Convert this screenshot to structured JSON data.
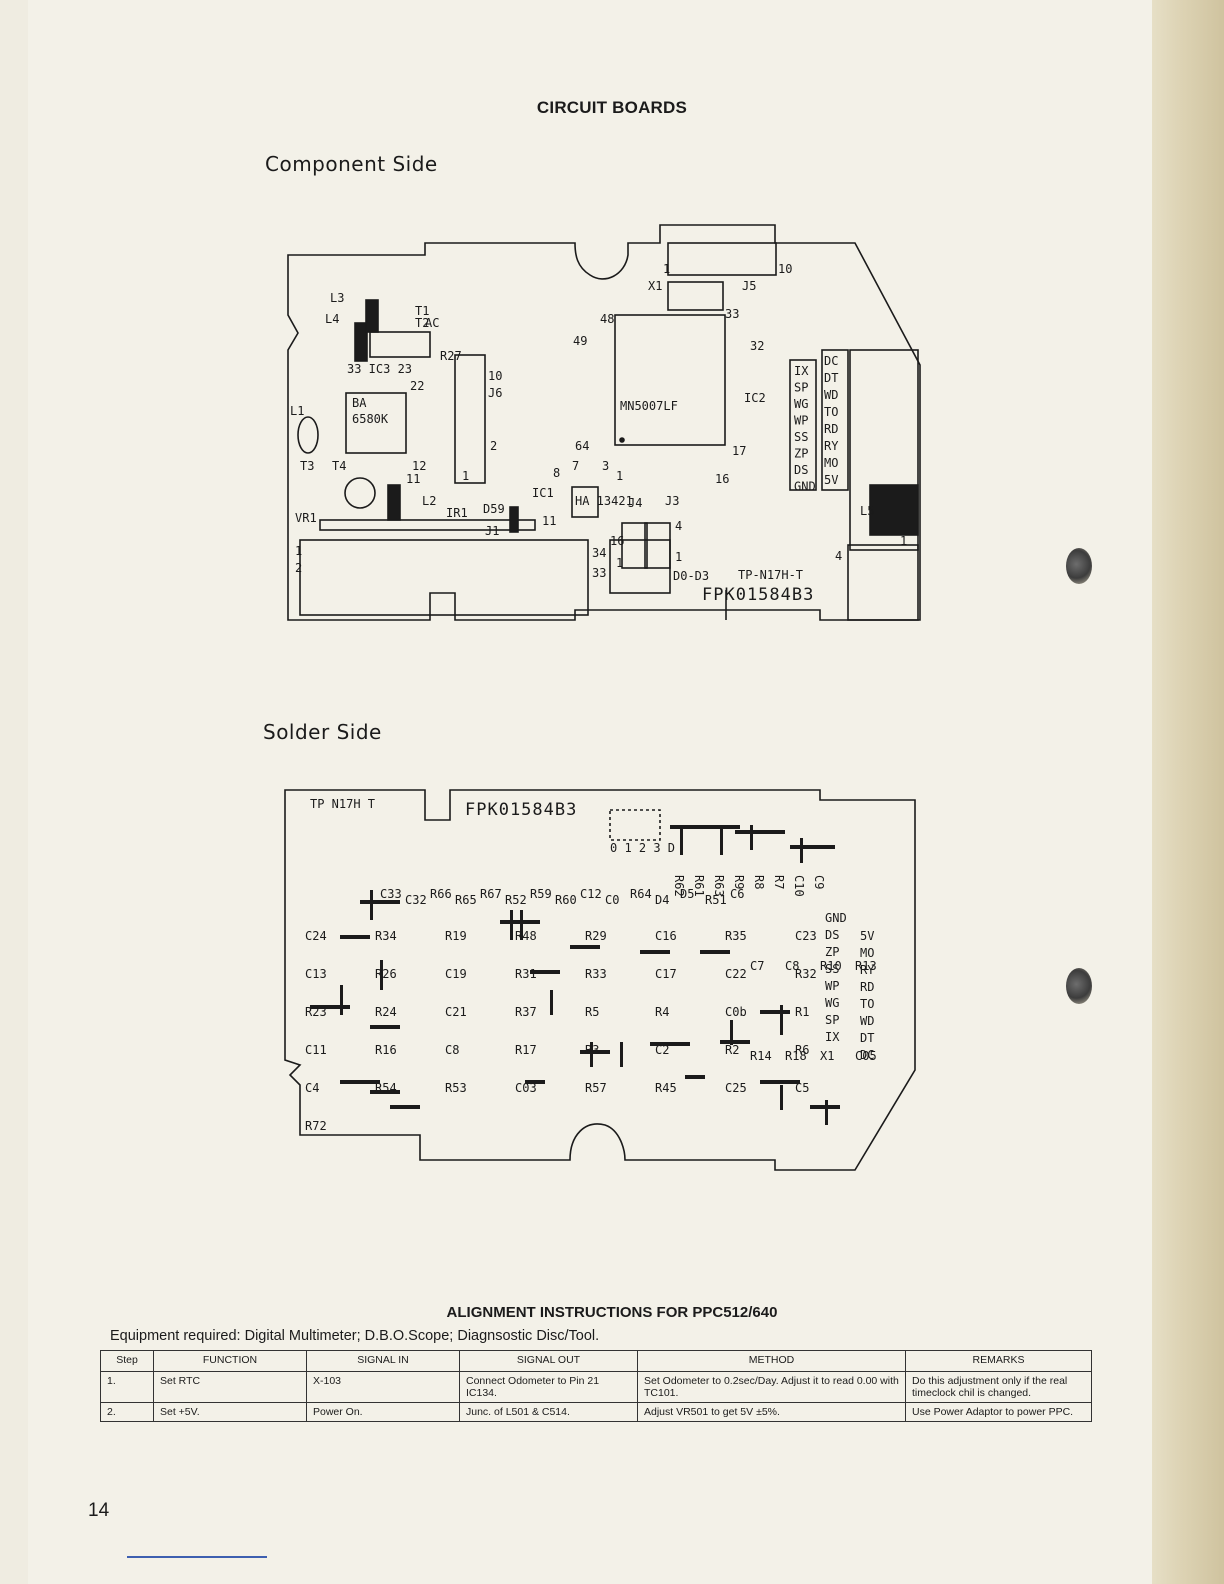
{
  "header": {
    "title": "CIRCUIT BOARDS",
    "component_side": "Component Side",
    "solder_side": "Solder Side"
  },
  "component_board": {
    "labels": {
      "L3": "L3",
      "L4": "L4",
      "T1": "T1",
      "T2": "T2",
      "AC": "AC",
      "IC3_row": "33 IC3 23",
      "n22": "22",
      "R27": "R27",
      "BA": "BA",
      "BA_part": "6580K",
      "n12": "12",
      "n11": "11",
      "L1": "L1",
      "T4": "T4",
      "T3": "T3",
      "L2": "L2",
      "IR1": "IR1",
      "VR1": "VR1",
      "n10_j6": "10",
      "J6": "J6",
      "n2_j6": "2",
      "n1_j6": "1",
      "D59": "D59",
      "J1": "J1",
      "IC1": "IC1",
      "n11_ic1": "11",
      "n8": "8",
      "n7": "7",
      "n3": "3",
      "n1": "1",
      "n64": "64",
      "n49": "49",
      "n48": "48",
      "n33": "33",
      "n32": "32",
      "n17": "17",
      "n16": "16",
      "IC2_part": "MN5007LF",
      "IC2": "IC2",
      "X1": "X1",
      "J5": "J5",
      "n1_j5": "1",
      "n10_j5": "10",
      "HA_part": "HA 13421",
      "J4": "J4",
      "J3": "J3",
      "n4_j3": "4",
      "n16b": "16",
      "n34": "34",
      "n33b": "33",
      "n1b": "1",
      "n1c": "1",
      "D0D3": "D0-D3",
      "TP": "TP-N17H-T",
      "FPK": "FPK01584B3",
      "n1_left": "1",
      "n2_left": "2",
      "n4_right": "4",
      "n1_right": "1",
      "L5": "L5"
    },
    "connector_left": [
      "IX",
      "SP",
      "WG",
      "WP",
      "SS",
      "ZP",
      "DS",
      "GND"
    ],
    "connector_right": [
      "DC",
      "DT",
      "WD",
      "TO",
      "RD",
      "RY",
      "MO",
      "5V"
    ]
  },
  "solder_board": {
    "labels": {
      "TP": "TP N17H T",
      "FPK": "FPK01584B3",
      "D0D3": "0 1 2 3 D",
      "r_top": [
        "R62",
        "R61",
        "R63",
        "R9",
        "R8",
        "R7",
        "C10",
        "C9"
      ],
      "r_mid": [
        "C33",
        "C32",
        "R66",
        "R65",
        "R67",
        "R52",
        "R59",
        "R60",
        "C12",
        "C0",
        "R64",
        "D4",
        "D5",
        "R51",
        "C6"
      ],
      "left": [
        "C24",
        "R34",
        "R19",
        "R48",
        "R29",
        "C16",
        "R35",
        "C23",
        "C13",
        "R26",
        "C19",
        "R31",
        "R33",
        "C17",
        "C22",
        "R32",
        "R23",
        "R24",
        "C21",
        "R37",
        "R5",
        "R4",
        "C0b",
        "R1",
        "C11",
        "R16",
        "C8",
        "R17",
        "R3",
        "C2",
        "R2",
        "R6",
        "C4",
        "R54",
        "R53",
        "C03",
        "R57",
        "R45",
        "C25",
        "C5",
        "R72"
      ],
      "right_conn_a": [
        "GND",
        "DS",
        "ZP",
        "SS",
        "WP",
        "WG",
        "SP",
        "IX"
      ],
      "right_conn_b": [
        "5V",
        "MO",
        "RY",
        "RD",
        "TO",
        "WD",
        "DT",
        "DC"
      ],
      "misc": [
        "C7",
        "C8",
        "R10",
        "R13",
        "R14",
        "R18",
        "X1",
        "C05"
      ]
    }
  },
  "alignment": {
    "title": "ALIGNMENT INSTRUCTIONS FOR PPC512/640",
    "equipment": "Equipment required: Digital Multimeter; D.B.O.Scope; Diagnsostic Disc/Tool.",
    "headers": [
      "Step",
      "FUNCTION",
      "SIGNAL IN",
      "SIGNAL OUT",
      "METHOD",
      "REMARKS"
    ],
    "rows": [
      {
        "step": "1.",
        "function": "Set RTC",
        "signal_in": "X-103",
        "signal_out": "Connect Odometer to Pin 21 IC134.",
        "method": "Set Odometer to 0.2sec/Day. Adjust it to read 0.00 with TC101.",
        "remarks": "Do this adjustment only if the real timeclock chil is changed."
      },
      {
        "step": "2.",
        "function": "Set +5V.",
        "signal_in": "Power On.",
        "signal_out": "Junc. of L501 & C514.",
        "method": "Adjust VR501 to get 5V ±5%.",
        "remarks": "Use Power Adaptor to power PPC."
      }
    ]
  },
  "footer": {
    "page_number": "14"
  }
}
